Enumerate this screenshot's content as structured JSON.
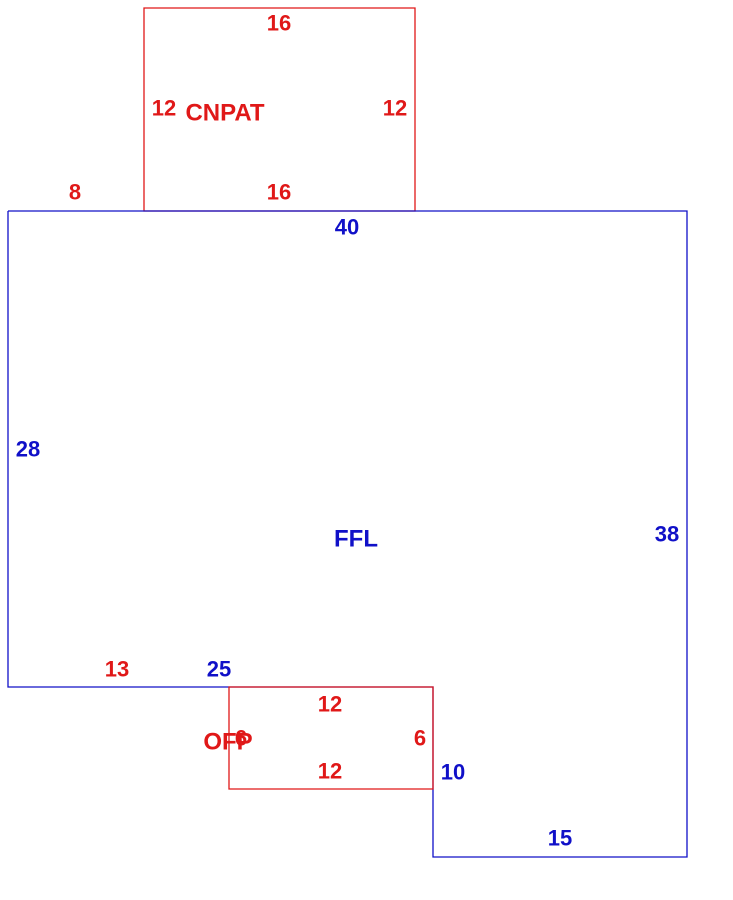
{
  "colors": {
    "main": "#1010c8",
    "addition": "#e01818",
    "background": "#ffffff"
  },
  "areas": [
    {
      "id": "cnpat",
      "label": "CNPAT",
      "color_key": "addition",
      "dimensions": [
        "16",
        "12",
        "12",
        "16",
        "8"
      ]
    },
    {
      "id": "ffl",
      "label": "FFL",
      "color_key": "main",
      "dimensions": [
        "40",
        "28",
        "38",
        "25",
        "10",
        "15"
      ]
    },
    {
      "id": "ofp",
      "label": "OFP",
      "color_key": "addition",
      "dimensions": [
        "13",
        "12",
        "6",
        "6",
        "12"
      ]
    }
  ]
}
